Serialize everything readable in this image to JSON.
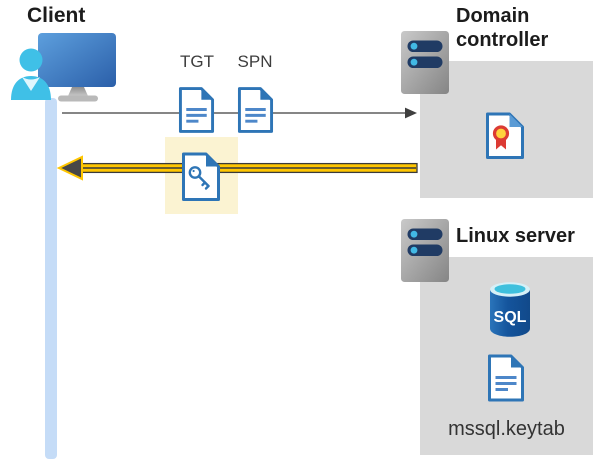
{
  "client": {
    "label": "Client"
  },
  "flow": {
    "tgt_label": "TGT",
    "spn_label": "SPN"
  },
  "domain_controller": {
    "label": "Domain controller"
  },
  "linux_server": {
    "label": "Linux server",
    "database_label": "SQL",
    "keytab_file_label": "mssql.keytab"
  },
  "colors": {
    "doc_blue": "#2e75b6",
    "arrow_yellow": "#ffc600",
    "arrow_gray": "#595959",
    "highlight_yellow": "#fbf3d2",
    "panel_gray": "#d9d9d9",
    "person_cyan": "#3fc0e7",
    "lifeline_blue": "#c5dcf7",
    "server_bar_navy": "#203b64",
    "cert_ribbon_red": "#dc3b34",
    "cert_seal_yellow": "#ffd23d",
    "sql_cylinder_blue": "#14549c"
  }
}
